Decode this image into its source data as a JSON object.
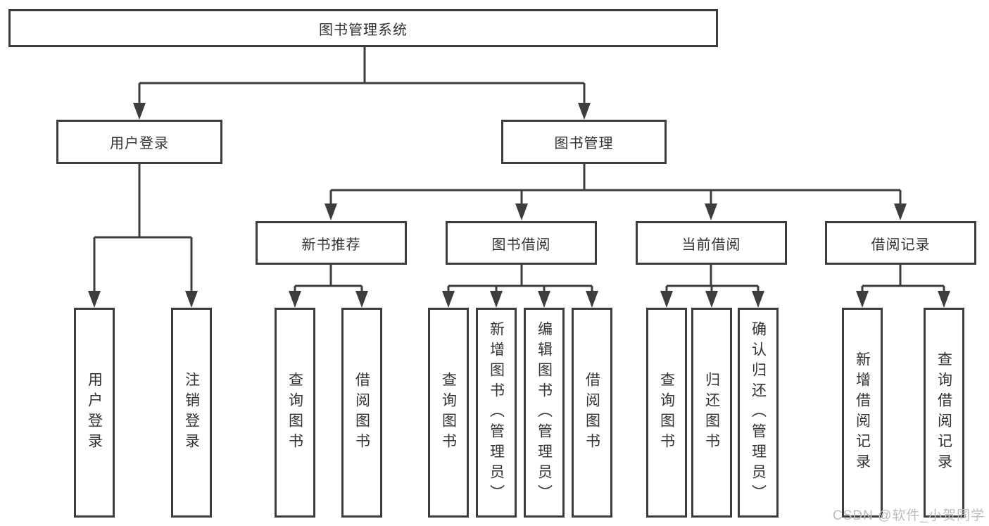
{
  "diagram": {
    "type": "tree-structure-chart",
    "root": {
      "label": "图书管理系统",
      "children": [
        {
          "label": "用户登录",
          "children": [
            {
              "label": "用户登录"
            },
            {
              "label": "注销登录"
            }
          ]
        },
        {
          "label": "图书管理",
          "children": [
            {
              "label": "新书推荐",
              "children": [
                {
                  "label": "查询图书"
                },
                {
                  "label": "借阅图书"
                }
              ]
            },
            {
              "label": "图书借阅",
              "children": [
                {
                  "label": "查询图书"
                },
                {
                  "label": "新增图书（管理员）"
                },
                {
                  "label": "编辑图书（管理员）"
                },
                {
                  "label": "借阅图书"
                }
              ]
            },
            {
              "label": "当前借阅",
              "children": [
                {
                  "label": "查询图书"
                },
                {
                  "label": "归还图书"
                },
                {
                  "label": "确认归还（管理员）"
                }
              ]
            },
            {
              "label": "借阅记录",
              "children": [
                {
                  "label": "新增借阅记录"
                },
                {
                  "label": "查询借阅记录"
                }
              ]
            }
          ]
        }
      ]
    }
  },
  "watermark": {
    "text": "CSDN @软件_小贺同学"
  },
  "colors": {
    "line": "#3d3d3d",
    "box_border": "#3d3d3d",
    "text": "#333333",
    "watermark": "#bdbdbd",
    "background": "#ffffff"
  }
}
